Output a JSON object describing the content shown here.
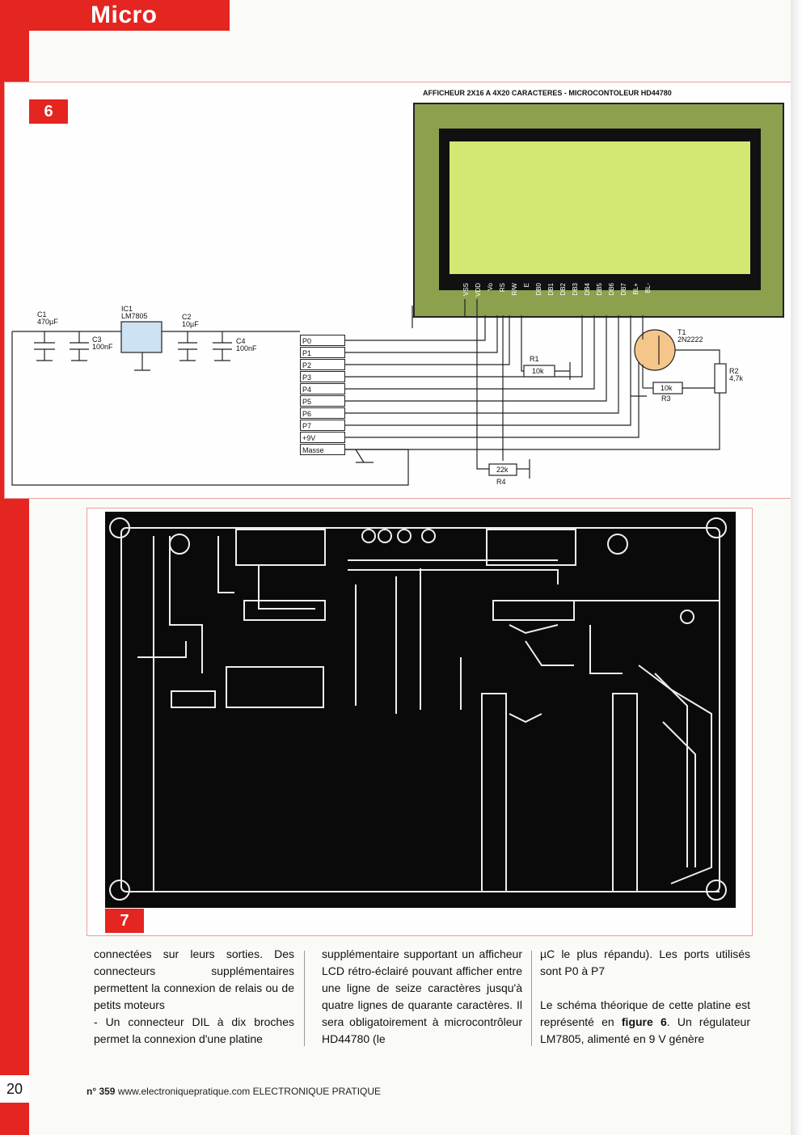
{
  "header": {
    "section": "Micro"
  },
  "figure6": {
    "badge": "6",
    "lcd_caption": "AFFICHEUR 2X16 A 4X20 CARACTERES - MICROCONTOLEUR HD44780",
    "lcd_pins": [
      "VSS",
      "VDD",
      "Vo",
      "RS",
      "R/W",
      "E",
      "DB0",
      "DB1",
      "DB2",
      "DB3",
      "DB4",
      "DB5",
      "DB6",
      "DB7",
      "BL+",
      "BL-"
    ],
    "components": {
      "c1": "C1",
      "c1_val": "470µF",
      "c3": "C3",
      "c3_val": "100nF",
      "ic1": "IC1",
      "ic1_val": "LM7805",
      "c2": "C2",
      "c2_val": "10µF",
      "c4": "C4",
      "c4_val": "100nF",
      "r1": "R1",
      "r1_val": "10k",
      "r2": "R2",
      "r2_val": "4,7k",
      "r3": "R3",
      "r3_val": "10k",
      "r4": "R4",
      "r4_val": "22k",
      "t1": "T1",
      "t1_val": "2N2222"
    },
    "ports": [
      "P0",
      "P1",
      "P2",
      "P3",
      "P4",
      "P5",
      "P6",
      "P7",
      "+9V",
      "Masse"
    ]
  },
  "figure7": {
    "badge": "7"
  },
  "text": {
    "col1": "connectées sur leurs sorties. Des connecteurs supplémentaires permettent la connexion de relais ou de petits moteurs",
    "col1_item": "- Un connecteur DIL à dix broches permet la connexion d'une platine",
    "col2": "supplémentaire supportant un afficheur LCD rétro-éclairé pouvant afficher entre une ligne de seize caractères jusqu'à quatre lignes de quarante caractères. Il sera obligatoirement à microcontrôleur HD44780 (le",
    "col3_p1": "µC le plus répandu). Les ports utilisés sont P0 à P7",
    "col3_p2_a": "Le schéma théorique de cette platine est représenté en ",
    "col3_p2_b": "figure 6",
    "col3_p2_c": ". Un régulateur LM7805, alimenté en 9 V génère"
  },
  "footer": {
    "page": "20",
    "issue": "n° 359",
    "site": "www.electroniquepratique.com",
    "magazine": "ELECTRONIQUE PRATIQUE"
  }
}
